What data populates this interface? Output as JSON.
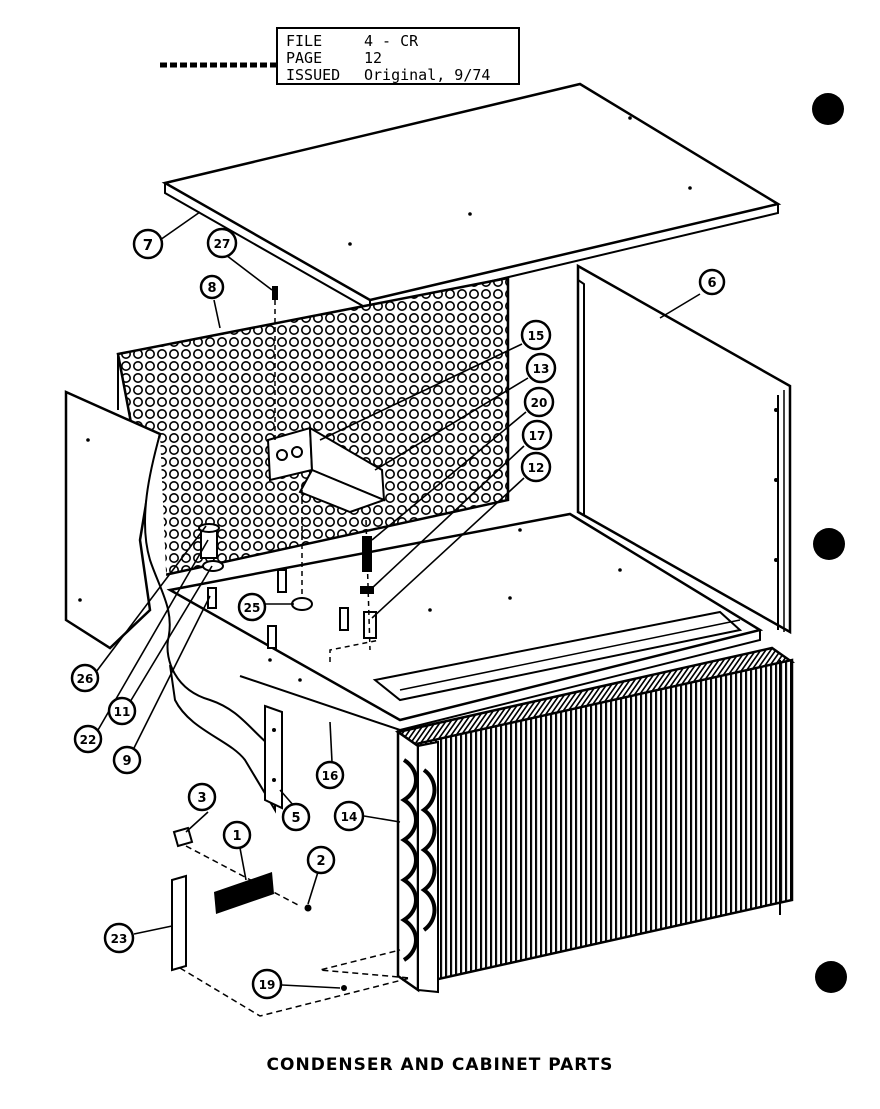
{
  "header": {
    "rows": [
      {
        "key": "FILE",
        "value": "4 - CR"
      },
      {
        "key": "PAGE",
        "value": "12"
      },
      {
        "key": "ISSUED",
        "value": "Original, 9/74"
      }
    ]
  },
  "caption": "CONDENSER AND CABINET PARTS",
  "callouts": [
    {
      "id": "c7",
      "label": "7"
    },
    {
      "id": "c27",
      "label": "27"
    },
    {
      "id": "c8",
      "label": "8"
    },
    {
      "id": "c6",
      "label": "6"
    },
    {
      "id": "c15",
      "label": "15"
    },
    {
      "id": "c13",
      "label": "13"
    },
    {
      "id": "c20",
      "label": "20"
    },
    {
      "id": "c17",
      "label": "17"
    },
    {
      "id": "c12",
      "label": "12"
    },
    {
      "id": "c25",
      "label": "25"
    },
    {
      "id": "c26",
      "label": "26"
    },
    {
      "id": "c22",
      "label": "22"
    },
    {
      "id": "c11",
      "label": "11"
    },
    {
      "id": "c9",
      "label": "9"
    },
    {
      "id": "c16",
      "label": "16"
    },
    {
      "id": "c5",
      "label": "5"
    },
    {
      "id": "c14",
      "label": "14"
    },
    {
      "id": "c3",
      "label": "3"
    },
    {
      "id": "c1",
      "label": "1"
    },
    {
      "id": "c2",
      "label": "2"
    },
    {
      "id": "c23",
      "label": "23"
    },
    {
      "id": "c19",
      "label": "19"
    }
  ]
}
